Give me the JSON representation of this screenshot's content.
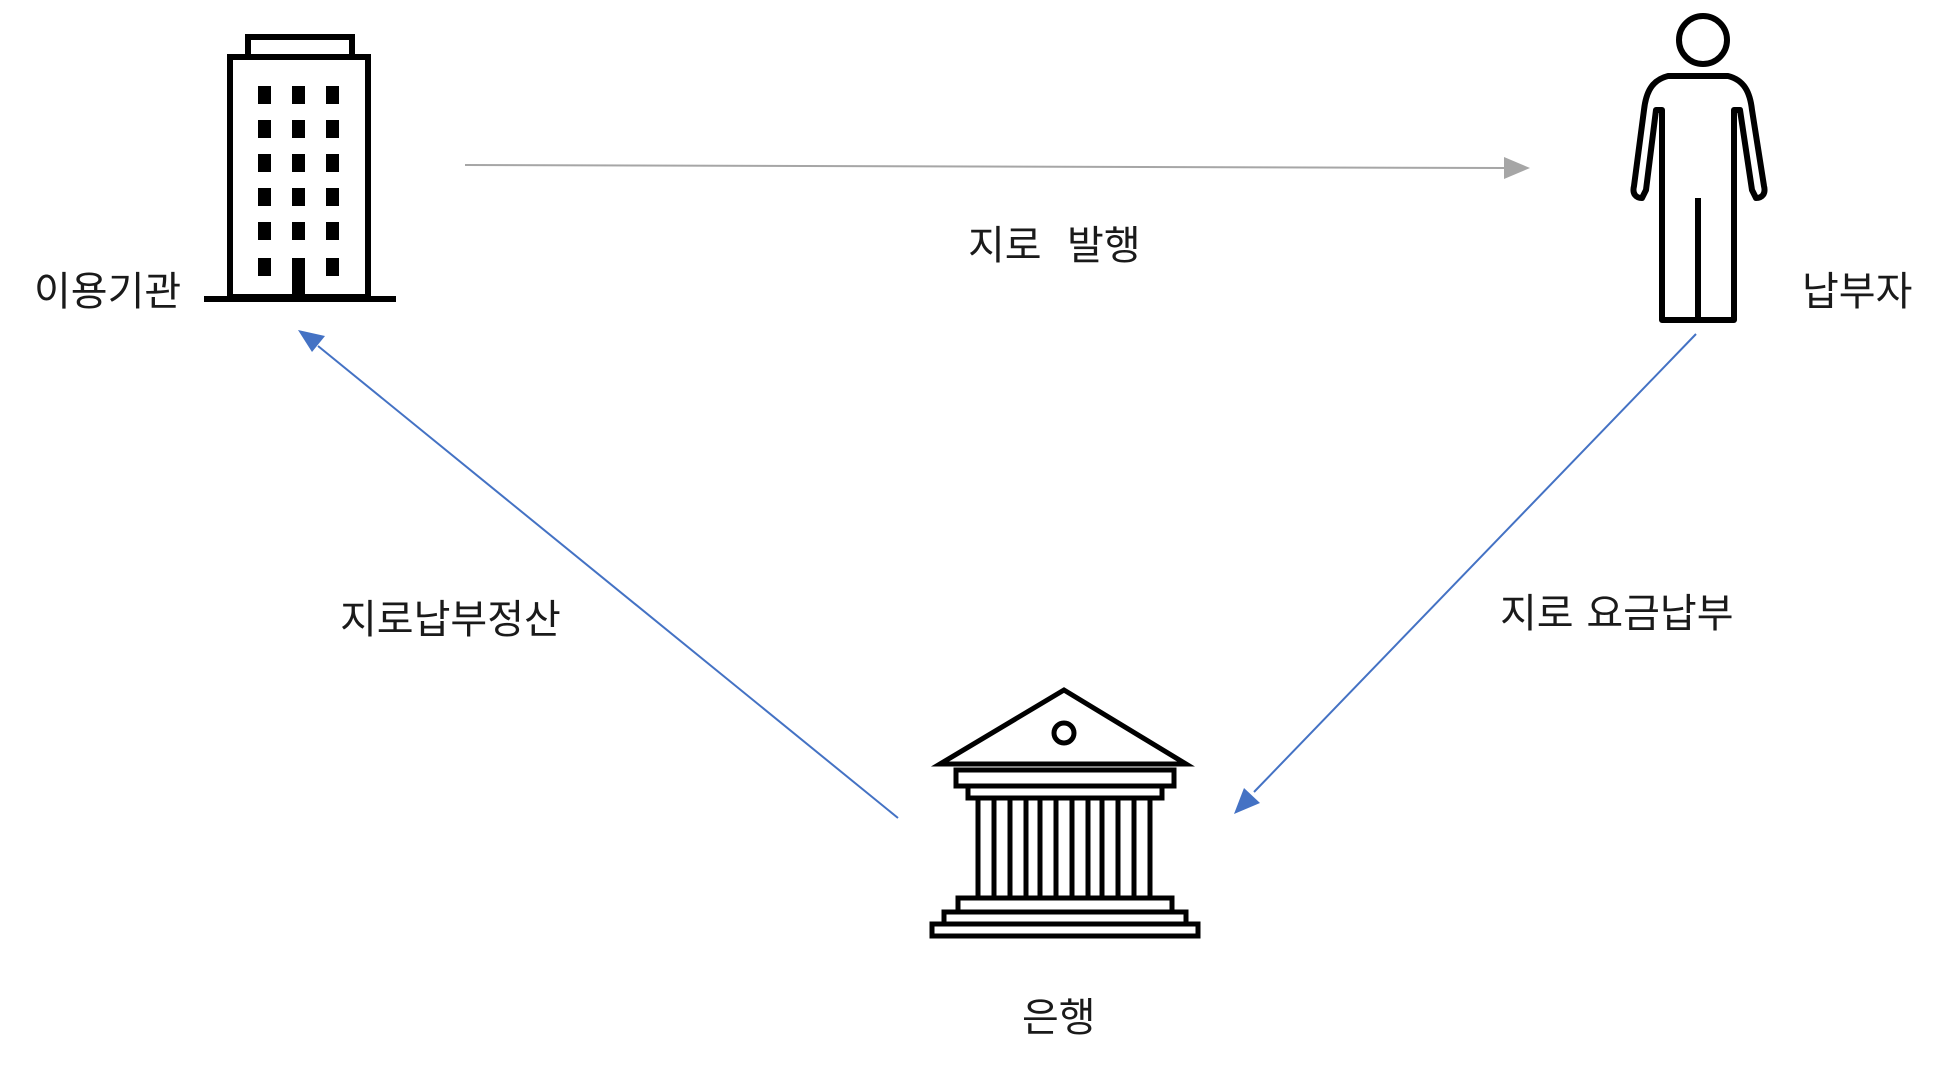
{
  "nodes": {
    "institution": {
      "label": "이용기관",
      "icon": "office-building-icon"
    },
    "payer": {
      "label": "납부자",
      "icon": "person-icon"
    },
    "bank": {
      "label": "은행",
      "icon": "bank-icon"
    }
  },
  "edges": {
    "issue": {
      "label": "지로  발행",
      "from": "이용기관",
      "to": "납부자",
      "color": "#a6a6a6"
    },
    "payment": {
      "label": "지로 요금납부",
      "from": "납부자",
      "to": "은행",
      "color": "#4472c4"
    },
    "settlement": {
      "label": "지로납부정산",
      "from": "은행",
      "to": "이용기관",
      "color": "#4472c4"
    }
  }
}
